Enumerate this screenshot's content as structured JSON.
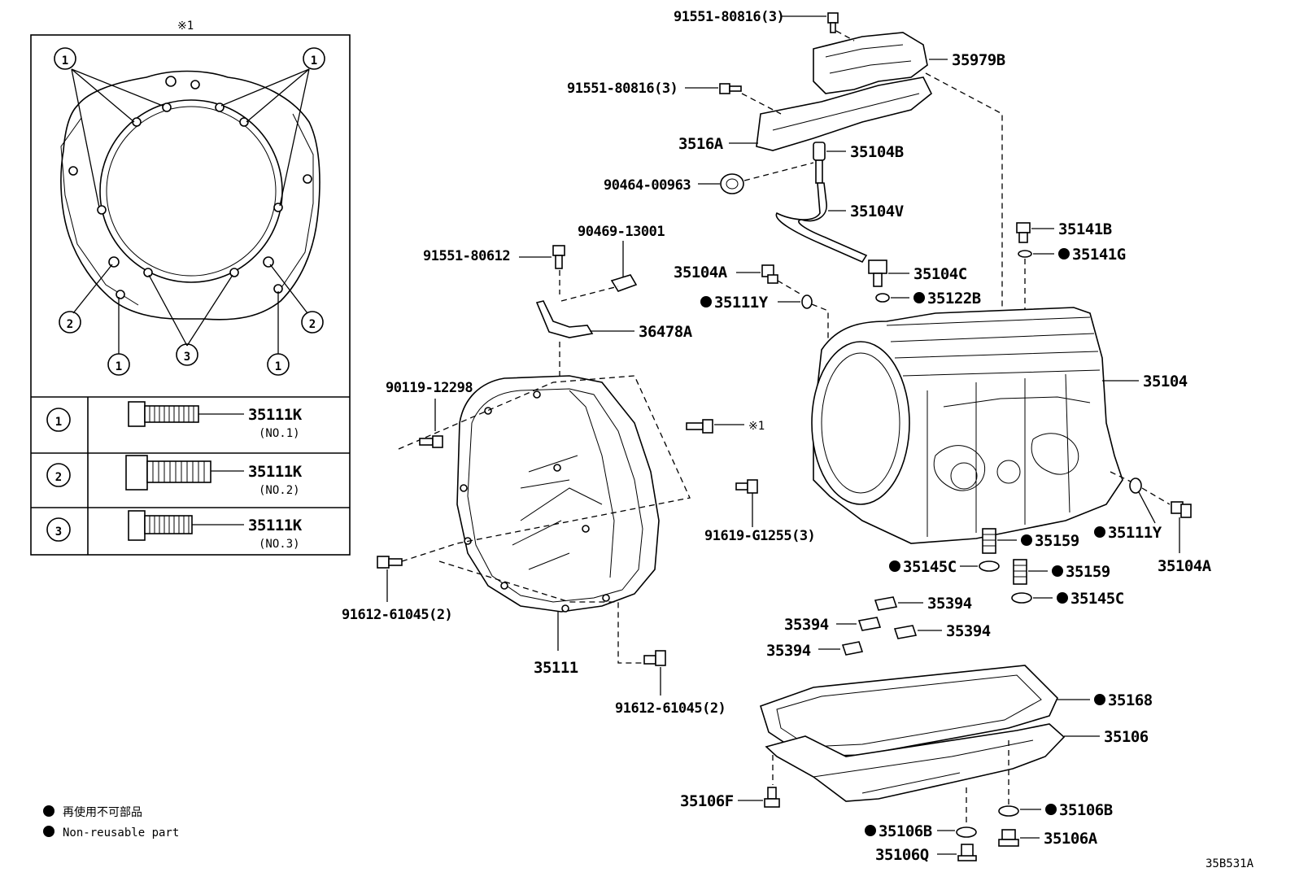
{
  "inset": {
    "ref_mark": "※1",
    "callouts": [
      "①",
      "②",
      "③"
    ],
    "table": [
      {
        "key": "①",
        "part": "35111K",
        "note": "(NO.1)"
      },
      {
        "key": "②",
        "part": "35111K",
        "note": "(NO.2)"
      },
      {
        "key": "③",
        "part": "35111K",
        "note": "(NO.3)"
      }
    ]
  },
  "labels": {
    "p_91551_80816_top": "91551-80816(3)",
    "p_35979B": "35979B",
    "p_91551_80816_mid": "91551-80816(3)",
    "p_3516A": "3516A",
    "p_35104B": "35104B",
    "p_90464_00963": "90464-00963",
    "p_35104V": "35104V",
    "p_90469_13001": "90469-13001",
    "p_91551_80612": "91551-80612",
    "p_35104A_top": "35104A",
    "p_35104C": "35104C",
    "p_35111Y_top": "35111Y",
    "p_35122B": "35122B",
    "p_35141B": "35141B",
    "p_35141G": "35141G",
    "p_36478A": "36478A",
    "p_35104": "35104",
    "p_90119_12298": "90119-12298",
    "p_ref1": "※1",
    "p_91619_G1255": "91619-G1255(3)",
    "p_91612_61045_a": "91612-61045(2)",
    "p_35111": "35111",
    "p_91612_61045_b": "91612-61045(2)",
    "p_35159_a": "35159",
    "p_35111Y_right": "35111Y",
    "p_35145C_a": "35145C",
    "p_35159_b": "35159",
    "p_35104A_right": "35104A",
    "p_35145C_b": "35145C",
    "p_35394_a": "35394",
    "p_35394_b": "35394",
    "p_35394_c": "35394",
    "p_35394_d": "35394",
    "p_35168": "35168",
    "p_35106": "35106",
    "p_35106F": "35106F",
    "p_35106B_a": "35106B",
    "p_35106B_b": "35106B",
    "p_35106A": "35106A",
    "p_35106Q": "35106Q"
  },
  "legend": {
    "jp": "再使用不可部品",
    "en": "Non-reusable part"
  },
  "figure_code": "35B531A"
}
